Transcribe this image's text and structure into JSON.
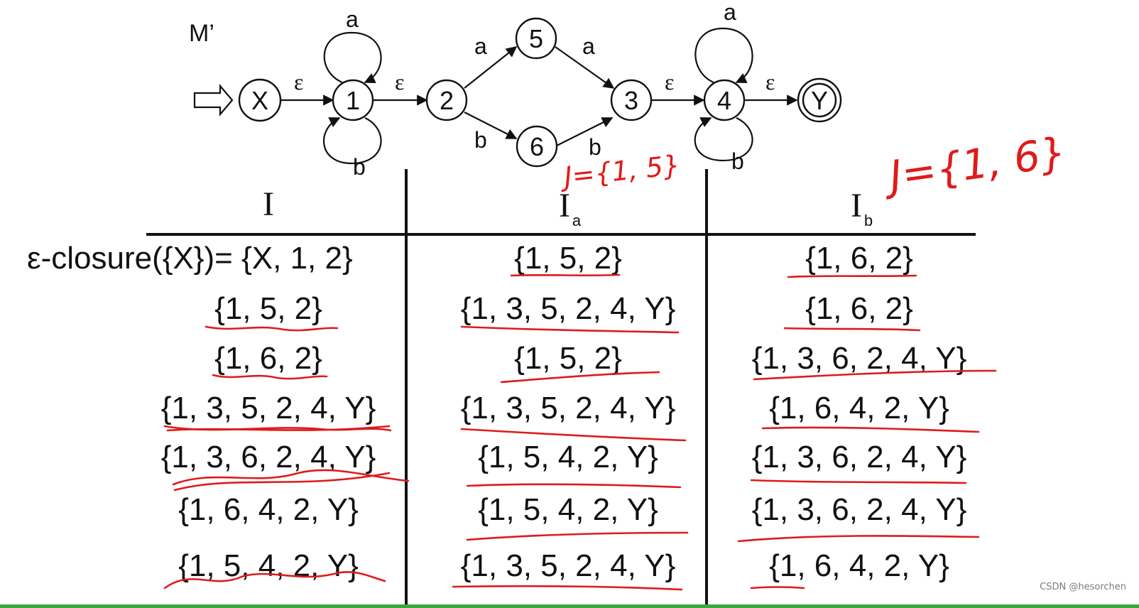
{
  "automaton": {
    "label": "M’",
    "states": [
      {
        "id": "X",
        "start": true
      },
      {
        "id": "1"
      },
      {
        "id": "2"
      },
      {
        "id": "5"
      },
      {
        "id": "6"
      },
      {
        "id": "3"
      },
      {
        "id": "4"
      },
      {
        "id": "Y",
        "accept": true
      }
    ],
    "transitions": [
      {
        "from": "X",
        "to": "1",
        "label": "ε"
      },
      {
        "from": "1",
        "to": "1",
        "label": "a",
        "loop": "top"
      },
      {
        "from": "1",
        "to": "1",
        "label": "b",
        "loop": "bottom"
      },
      {
        "from": "1",
        "to": "2",
        "label": "ε"
      },
      {
        "from": "2",
        "to": "5",
        "label": "a"
      },
      {
        "from": "2",
        "to": "6",
        "label": "b"
      },
      {
        "from": "5",
        "to": "3",
        "label": "a"
      },
      {
        "from": "6",
        "to": "3",
        "label": "b"
      },
      {
        "from": "3",
        "to": "4",
        "label": "ε"
      },
      {
        "from": "4",
        "to": "4",
        "label": "a",
        "loop": "top"
      },
      {
        "from": "4",
        "to": "4",
        "label": "b",
        "loop": "bottom"
      },
      {
        "from": "4",
        "to": "Y",
        "label": "ε"
      }
    ]
  },
  "annotations": {
    "note_small": "J={1, 5}",
    "note_large": "J={1, 6}"
  },
  "table": {
    "headers": [
      {
        "main": "I",
        "sub": ""
      },
      {
        "main": "I",
        "sub": "a"
      },
      {
        "main": "I",
        "sub": "b"
      }
    ],
    "rows": [
      [
        "ε-closure({X})= {X, 1, 2}",
        "{1, 5, 2}",
        "{1, 6, 2}"
      ],
      [
        "{1, 5, 2}",
        "{1, 3, 5, 2, 4, Y}",
        "{1, 6, 2}"
      ],
      [
        "{1, 6, 2}",
        "{1, 5, 2}",
        "{1, 3, 6, 2, 4, Y}"
      ],
      [
        "{1, 3, 5, 2, 4, Y}",
        "{1, 3, 5, 2, 4, Y}",
        "{1, 6, 4, 2, Y}"
      ],
      [
        "{1, 3, 6, 2, 4, Y}",
        "{1, 5, 4, 2, Y}",
        "{1, 3, 6, 2, 4, Y}"
      ],
      [
        "{1, 6, 4, 2, Y}",
        "{1, 5, 4, 2, Y}",
        "{1, 3, 6, 2, 4, Y}"
      ],
      [
        "{1, 5, 4, 2, Y}",
        "{1, 3, 5, 2, 4, Y}",
        "{1, 6, 4, 2, Y}"
      ]
    ]
  },
  "watermark": "CSDN @hesorchen",
  "colors": {
    "ink": "#e01a1a",
    "text": "#111111",
    "bottom_bar": "#3aa83a"
  }
}
